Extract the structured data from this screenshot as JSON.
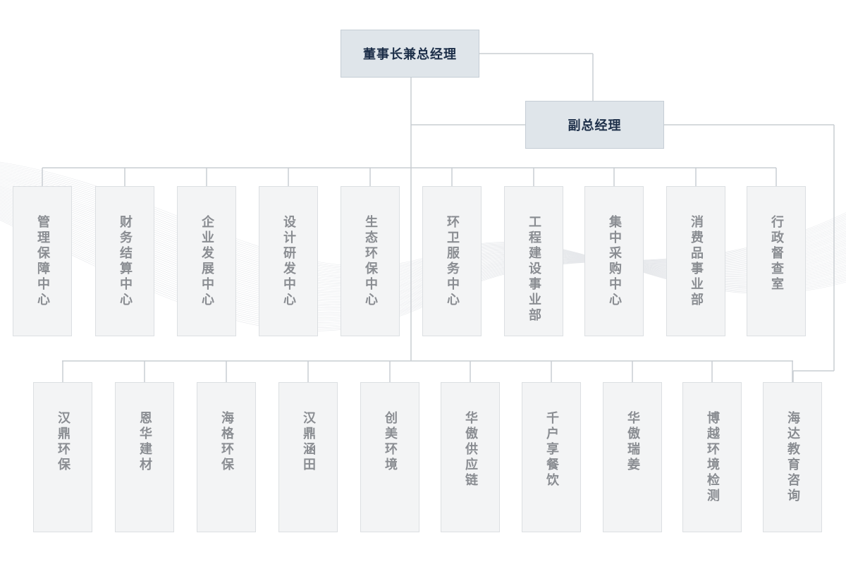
{
  "top": {
    "ceo": "董事长兼总经理",
    "vp": "副总经理"
  },
  "departments": [
    "管理保障中心",
    "财务结算中心",
    "企业发展中心",
    "设计研发中心",
    "生态环保中心",
    "环卫服务中心",
    "工程建设事业部",
    "集中采购中心",
    "消费品事业部",
    "行政督查室"
  ],
  "subsidiaries": [
    "汉鼎环保",
    "恩华建材",
    "海格环保",
    "汉鼎涵田",
    "创美环境",
    "华傲供应链",
    "千户享餐饮",
    "华傲瑞姜",
    "博越环境检测",
    "海达教育咨询"
  ],
  "colors": {
    "top_box_fill": "#dfe5ea",
    "top_box_text": "#1c2e48",
    "column_fill": "#f3f4f5",
    "column_text": "#8a8d92",
    "connector": "#c9cdd2"
  }
}
